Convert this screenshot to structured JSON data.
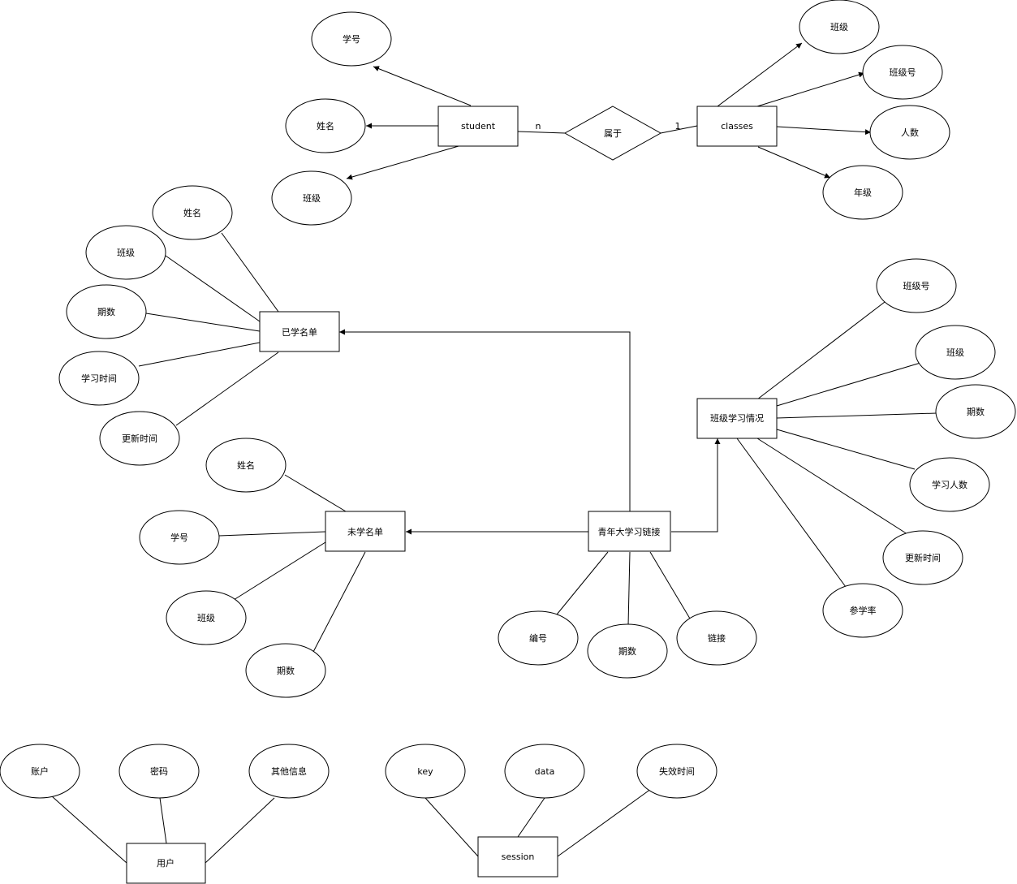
{
  "diagram": {
    "entities": [
      {
        "id": "student",
        "label": "student"
      },
      {
        "id": "classes",
        "label": "classes"
      },
      {
        "id": "learned",
        "label": "已学名单"
      },
      {
        "id": "class_study",
        "label": "班级学习情况"
      },
      {
        "id": "unlearned",
        "label": "未学名单"
      },
      {
        "id": "link",
        "label": "青年大学习链接"
      },
      {
        "id": "user",
        "label": "用户"
      },
      {
        "id": "session",
        "label": "session"
      }
    ],
    "relationship": {
      "id": "belongs",
      "label": "属于",
      "card_left": "n",
      "card_right": "1"
    },
    "attributes": [
      {
        "id": "student_xuehao",
        "label": "学号",
        "entity": "student"
      },
      {
        "id": "student_name",
        "label": "姓名",
        "entity": "student"
      },
      {
        "id": "student_class",
        "label": "班级",
        "entity": "student"
      },
      {
        "id": "classes_class",
        "label": "班级",
        "entity": "classes"
      },
      {
        "id": "classes_classno",
        "label": "班级号",
        "entity": "classes"
      },
      {
        "id": "classes_count",
        "label": "人数",
        "entity": "classes"
      },
      {
        "id": "classes_grade",
        "label": "年级",
        "entity": "classes"
      },
      {
        "id": "learned_name",
        "label": "姓名",
        "entity": "learned"
      },
      {
        "id": "learned_class",
        "label": "班级",
        "entity": "learned"
      },
      {
        "id": "learned_issue",
        "label": "期数",
        "entity": "learned"
      },
      {
        "id": "learned_time",
        "label": "学习时间",
        "entity": "learned"
      },
      {
        "id": "learned_update",
        "label": "更新时间",
        "entity": "learned"
      },
      {
        "id": "cs_classno",
        "label": "班级号",
        "entity": "class_study"
      },
      {
        "id": "cs_class",
        "label": "班级",
        "entity": "class_study"
      },
      {
        "id": "cs_issue",
        "label": "期数",
        "entity": "class_study"
      },
      {
        "id": "cs_count",
        "label": "学习人数",
        "entity": "class_study"
      },
      {
        "id": "cs_update",
        "label": "更新时间",
        "entity": "class_study"
      },
      {
        "id": "cs_rate",
        "label": "参学率",
        "entity": "class_study"
      },
      {
        "id": "unl_name",
        "label": "姓名",
        "entity": "unlearned"
      },
      {
        "id": "unl_xuehao",
        "label": "学号",
        "entity": "unlearned"
      },
      {
        "id": "unl_class",
        "label": "班级",
        "entity": "unlearned"
      },
      {
        "id": "unl_issue",
        "label": "期数",
        "entity": "unlearned"
      },
      {
        "id": "link_no",
        "label": "编号",
        "entity": "link"
      },
      {
        "id": "link_issue",
        "label": "期数",
        "entity": "link"
      },
      {
        "id": "link_url",
        "label": "链接",
        "entity": "link"
      },
      {
        "id": "user_account",
        "label": "账户",
        "entity": "user"
      },
      {
        "id": "user_password",
        "label": "密码",
        "entity": "user"
      },
      {
        "id": "user_other",
        "label": "其他信息",
        "entity": "user"
      },
      {
        "id": "session_key",
        "label": "key",
        "entity": "session"
      },
      {
        "id": "session_data",
        "label": "data",
        "entity": "session"
      },
      {
        "id": "session_expire",
        "label": "失效时间",
        "entity": "session"
      }
    ]
  }
}
